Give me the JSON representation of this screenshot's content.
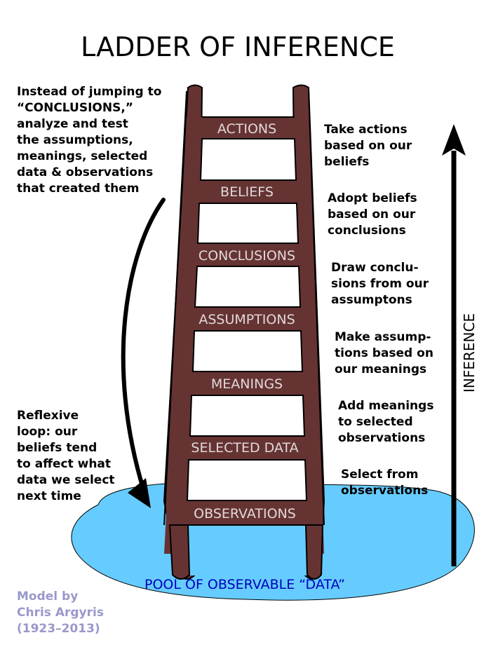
{
  "title": "LADDER OF INFERENCE",
  "colors": {
    "ladder": "#663333",
    "rung_text": "#e0d8d8",
    "pool": "#66ccff",
    "pool_text": "#0000bb",
    "credit_text": "#9999cc",
    "ink": "#000000"
  },
  "ladder": {
    "rungs": [
      {
        "label": "ACTIONS"
      },
      {
        "label": "BELIEFS"
      },
      {
        "label": "CONCLUSIONS"
      },
      {
        "label": "ASSUMPTIONS"
      },
      {
        "label": "MEANINGS"
      },
      {
        "label": "SELECTED DATA"
      },
      {
        "label": "OBSERVATIONS"
      }
    ]
  },
  "descriptions": [
    {
      "lines": [
        "Take actions",
        "based on our",
        "beliefs"
      ]
    },
    {
      "lines": [
        "Adopt beliefs",
        "based on our",
        "conclusions"
      ]
    },
    {
      "lines": [
        "Draw conclu-",
        "sions from our",
        "assumptons"
      ]
    },
    {
      "lines": [
        "Make assump-",
        "tions based on",
        "our meanings"
      ]
    },
    {
      "lines": [
        "Add meanings",
        "to selected",
        "observations"
      ]
    },
    {
      "lines": [
        "Select from",
        "observations"
      ]
    }
  ],
  "advice": {
    "lines": [
      "Instead of jumping to",
      "“CONCLUSIONS,”",
      "analyze and test",
      "the assumptions,",
      "meanings, selected",
      "data & observations",
      "that created them"
    ]
  },
  "reflexive_loop": {
    "lines": [
      "Reflexive",
      "loop: our",
      "beliefs tend",
      "to affect what",
      "data we select",
      "next time"
    ]
  },
  "pool_label": "POOL OF OBSERVABLE “DATA”",
  "axis_label": "INFERENCE",
  "credit": {
    "lines": [
      "Model by",
      "Chris Argyris",
      "(1923–2013)"
    ]
  }
}
